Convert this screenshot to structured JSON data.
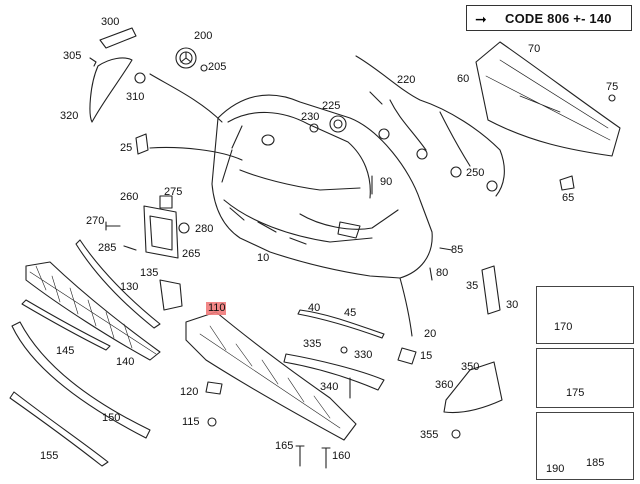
{
  "code_note": {
    "arrow": "➞",
    "text": "CODE 806 +- 140"
  },
  "highlighted_part": "110",
  "highlight_color": "#f07a7a",
  "labels": {
    "p300": "300",
    "p305": "305",
    "p320": "320",
    "p310": "310",
    "p200": "200",
    "p205": "205",
    "p220": "220",
    "p70": "70",
    "p60": "60",
    "p75": "75",
    "p225": "225",
    "p230": "230",
    "p25": "25",
    "p90": "90",
    "p250": "250",
    "p65": "65",
    "p260": "260",
    "p275": "275",
    "p270": "270",
    "p280": "280",
    "p285": "285",
    "p265": "265",
    "p10": "10",
    "p85": "85",
    "p80": "80",
    "p135": "135",
    "p130": "130",
    "p35": "35",
    "p30": "30",
    "p110": "110",
    "p40": "40",
    "p45": "45",
    "p20": "20",
    "p145": "145",
    "p140": "140",
    "p335": "335",
    "p330": "330",
    "p15": "15",
    "p350": "350",
    "p170": "170",
    "p175": "175",
    "p120": "120",
    "p340": "340",
    "p360": "360",
    "p150": "150",
    "p115": "115",
    "p355": "355",
    "p165": "165",
    "p160": "160",
    "p155": "155",
    "p190": "190",
    "p185": "185"
  }
}
